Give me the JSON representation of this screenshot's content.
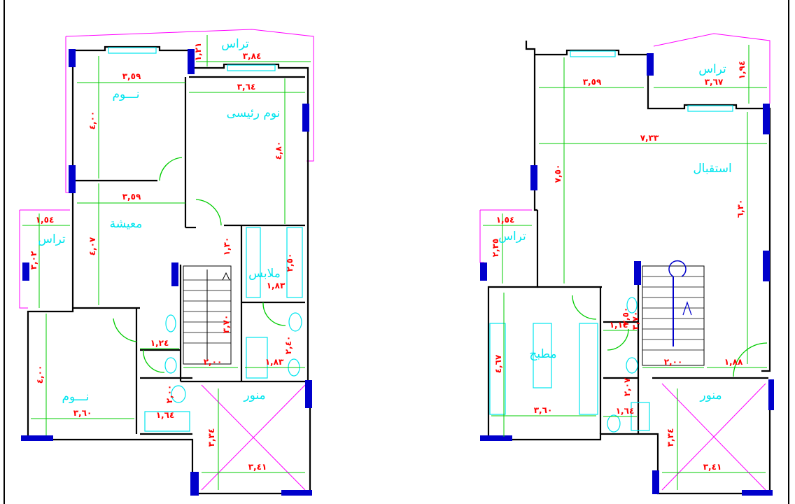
{
  "colors": {
    "wall": "#000000",
    "room_label": "#00e5ee",
    "dimension_text": "#ff0000",
    "dimension_line": "#00cc00",
    "terrace_outline": "#ff00ff",
    "column": "#0000cc"
  },
  "left_plan": {
    "rooms": {
      "terrace_top": "تراس",
      "bedroom_1": "نـــوم",
      "master_bedroom": "نوم رئيسى",
      "living": "معيشة",
      "terrace_side": "تراس",
      "dressing": "ملابس",
      "bedroom_2": "نـــوم",
      "light_well": "منور"
    },
    "dims": {
      "terrace_top_w": "٣,٨٤",
      "terrace_top_h": "١,٢١",
      "bedroom_1_w": "٣,٥٩",
      "bedroom_1_h": "٤,٠٠",
      "master_w": "٣,٦٤",
      "master_h": "٤,٨٠",
      "living_w": "٣,٥٩",
      "living_h": "٤,٠٧",
      "terrace_side_w": "١,٥٤",
      "terrace_side_h": "٣,٠٢",
      "corridor": "١,٣٠",
      "dressing_h": "٢,٥٠",
      "dressing_w": "١,٨٣",
      "bath_1_w": "١,٢٤",
      "stair_h": "٣,٧٠",
      "stair_w": "٢,٠٠",
      "bath_2_w": "١,٨٣",
      "bath_2_h": "٢,٤٠",
      "bedroom_2_h": "٤,٠٠",
      "bedroom_2_w": "٣,٦٠",
      "wc_w": "١,٦٤",
      "wc_h": "٢,٠٠",
      "well_h": "٣,٣٤",
      "well_w": "٣,٤١"
    }
  },
  "right_plan": {
    "rooms": {
      "terrace_top": "تراس",
      "reception": "استقبال",
      "terrace_side": "تراس",
      "kitchen": "مطبخ",
      "light_well": "منور"
    },
    "dims": {
      "top_left_w": "٣,٥٩",
      "terrace_top_w": "٣,٦٧",
      "terrace_top_h": "١,٩٤",
      "reception_w": "٧,٣٣",
      "reception_h": "٧,٥٠",
      "reception_h2": "٦,٣٠",
      "terrace_side_w": "١,٥٤",
      "terrace_side_h": "٢,٣٥",
      "bath_w": "١,١٤",
      "bath_h": "٢,٥٠",
      "stair_h": "٣,٧٠",
      "stair_w": "٢,٠٠",
      "entry_w": "١,٨٨",
      "kitchen_h": "٤,٦٧",
      "kitchen_w": "٣,٦٠",
      "wc_h": "٢,٠٧",
      "wc_w": "١,٦٤",
      "well_h": "٣,٣٤",
      "well_w": "٣,٤١"
    }
  }
}
